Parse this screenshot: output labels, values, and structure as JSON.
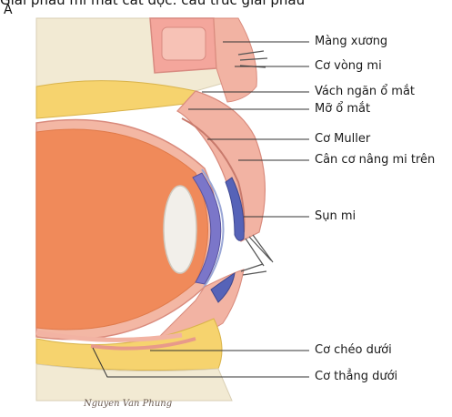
{
  "header_fragment": "Giải phẫu mi mắt cắt dọc: cấu trúc giải phẫu",
  "panel_letter": "A",
  "labels": [
    "Màng xương",
    "Cơ vòng mi",
    "Vách ngăn ổ mắt",
    "Mỡ ổ mắt",
    "Cơ Muller",
    "Cân cơ nâng mi trên",
    "Sụn mi",
    "Cơ chéo dưới",
    "Cơ thẳng dưới"
  ],
  "signature": "Nguyen Van Phung",
  "colors": {
    "eyeball": "#f08a5a",
    "sclera": "#f3b7a4",
    "fat": "#f6d36e",
    "bone": "#f2ead3",
    "lens": "#f2efea",
    "iris": "#7b76c9",
    "tarsus": "#5663b8",
    "skin": "#f2b3a3",
    "leader": "#333333"
  }
}
